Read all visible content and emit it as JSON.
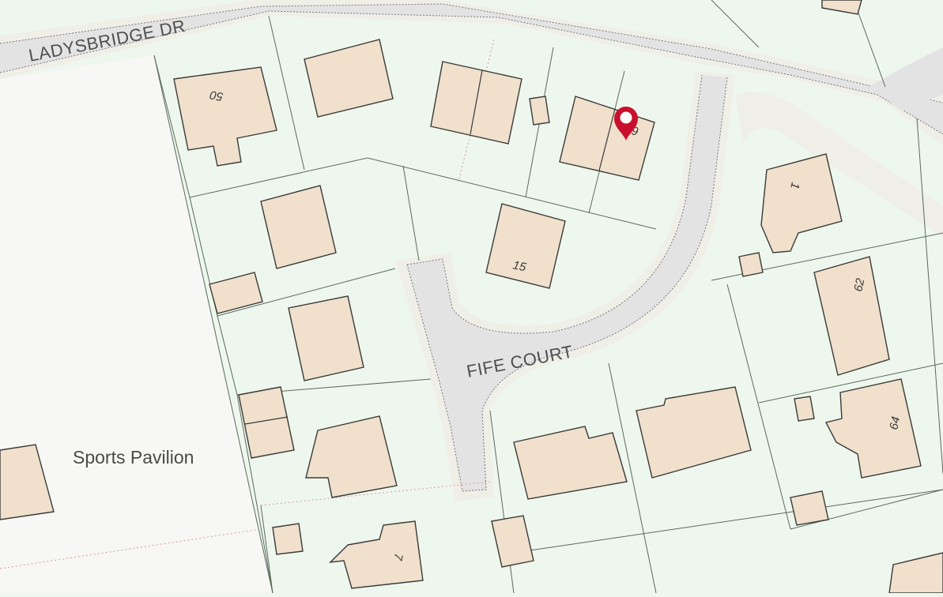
{
  "map": {
    "roads": [
      {
        "label": "LADYSBRIDGE DR"
      },
      {
        "label": "FIFE COURT"
      }
    ],
    "places": [
      {
        "label": "Sports Pavilion"
      }
    ],
    "house_numbers": [
      "50",
      "9",
      "15",
      "1",
      "62",
      "64",
      "7"
    ],
    "marker": {
      "type": "location-pin",
      "color": "#c8102e"
    },
    "colors": {
      "land": "#eef7ee",
      "open_ground": "#f7f7f5",
      "building": "#f0e0cc",
      "road": "#e3e3e3",
      "pin": "#c8102e"
    }
  }
}
